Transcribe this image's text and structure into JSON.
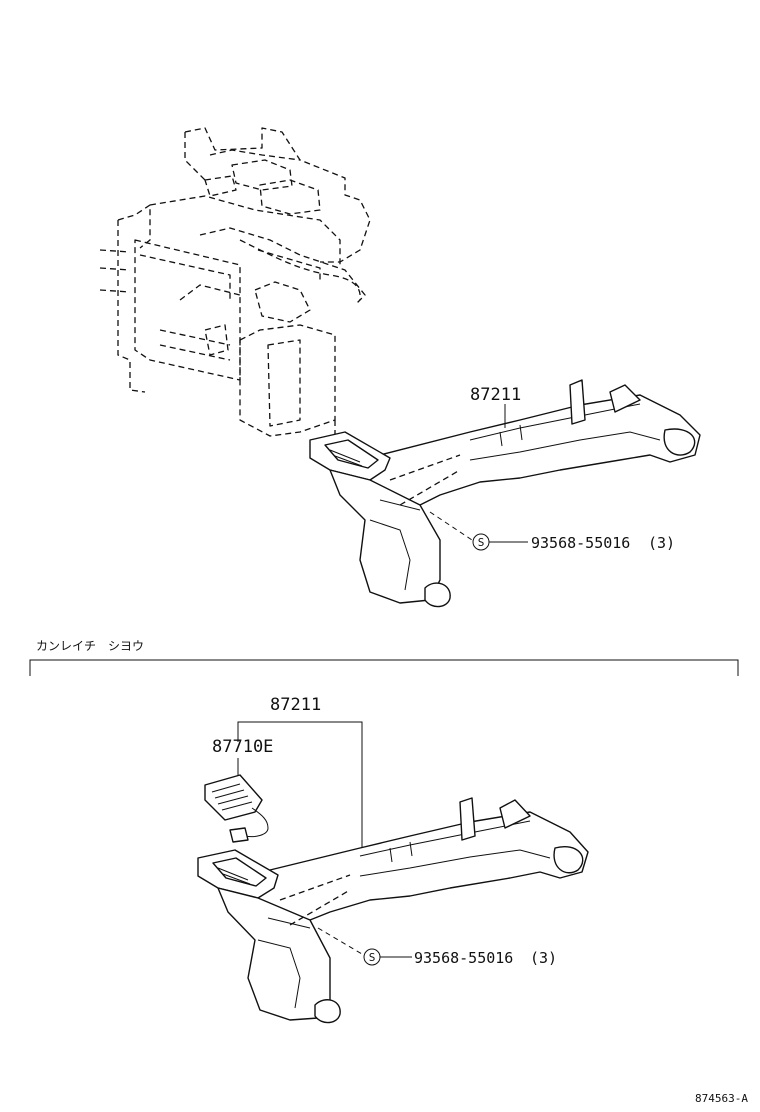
{
  "upper": {
    "duct_part_no": "87211",
    "screw_symbol": "S",
    "screw_part_no": "93568-55016",
    "screw_qty": "(3)"
  },
  "section": {
    "title": "カンレイチ　シヨウ"
  },
  "lower": {
    "duct_part_no": "87211",
    "sensor_part_no": "87710E",
    "screw_symbol": "S",
    "screw_part_no": "93568-55016",
    "screw_qty": "(3)"
  },
  "figure_ref": "874563-A"
}
